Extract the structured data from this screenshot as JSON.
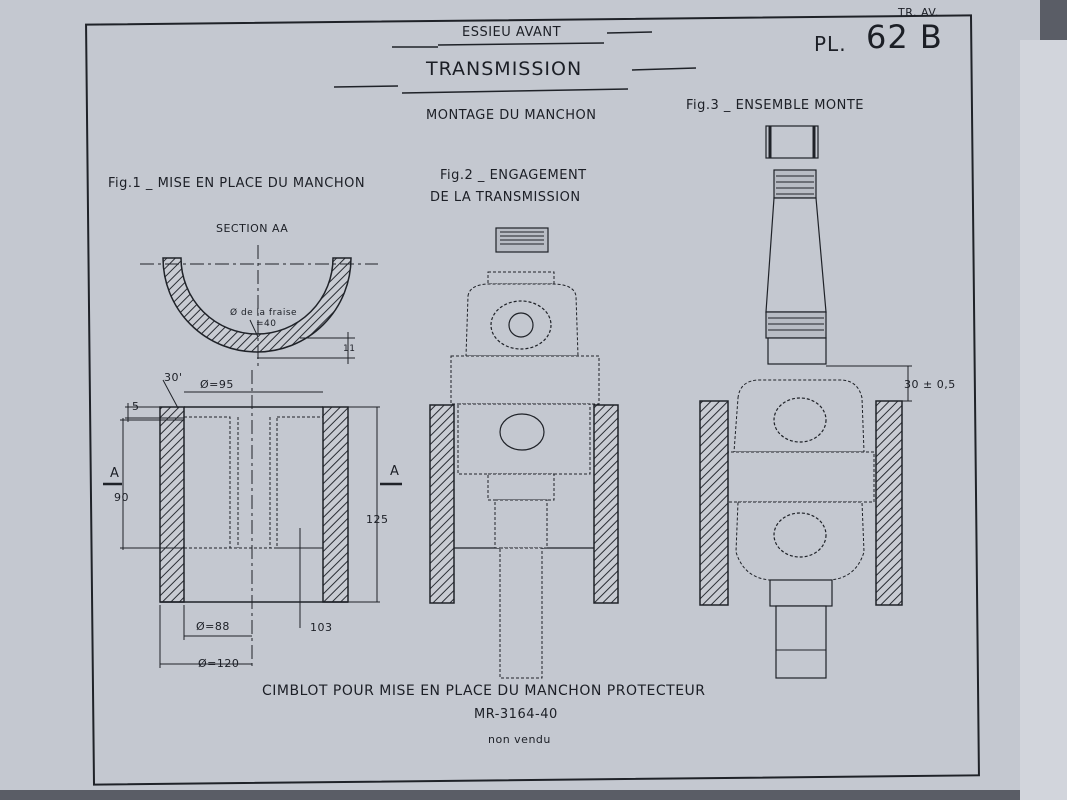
{
  "header": {
    "group": "ESSIEU AVANT",
    "title": "TRANSMISSION",
    "subtitle": "MONTAGE DU MANCHON",
    "corner": "TR. AV.",
    "plate_prefix": "PL.",
    "plate_number": "62 B"
  },
  "figures": {
    "fig1": "Fig.1 _ MISE EN PLACE DU MANCHON",
    "fig2_line1": "Fig.2 _ ENGAGEMENT",
    "fig2_line2": "DE LA TRANSMISSION",
    "fig3": "Fig.3 _ ENSEMBLE MONTE"
  },
  "section_label": "SECTION AA",
  "dimensions": {
    "fraise_line1": "Ø de la fraise",
    "fraise_line2": "=40",
    "d11": "11",
    "angle": "30'",
    "d95": "Ø=95",
    "d5": "5",
    "a_left": "A",
    "a_right": "A",
    "d90": "90",
    "d125": "125",
    "d88": "Ø=88",
    "d103": "103",
    "d120": "Ø=120",
    "d30": "30 ± 0,5"
  },
  "footer": {
    "caption": "CIMBLOT POUR MISE EN PLACE DU MANCHON PROTECTEUR",
    "reference": "MR-3164-40",
    "note": "non vendu"
  }
}
